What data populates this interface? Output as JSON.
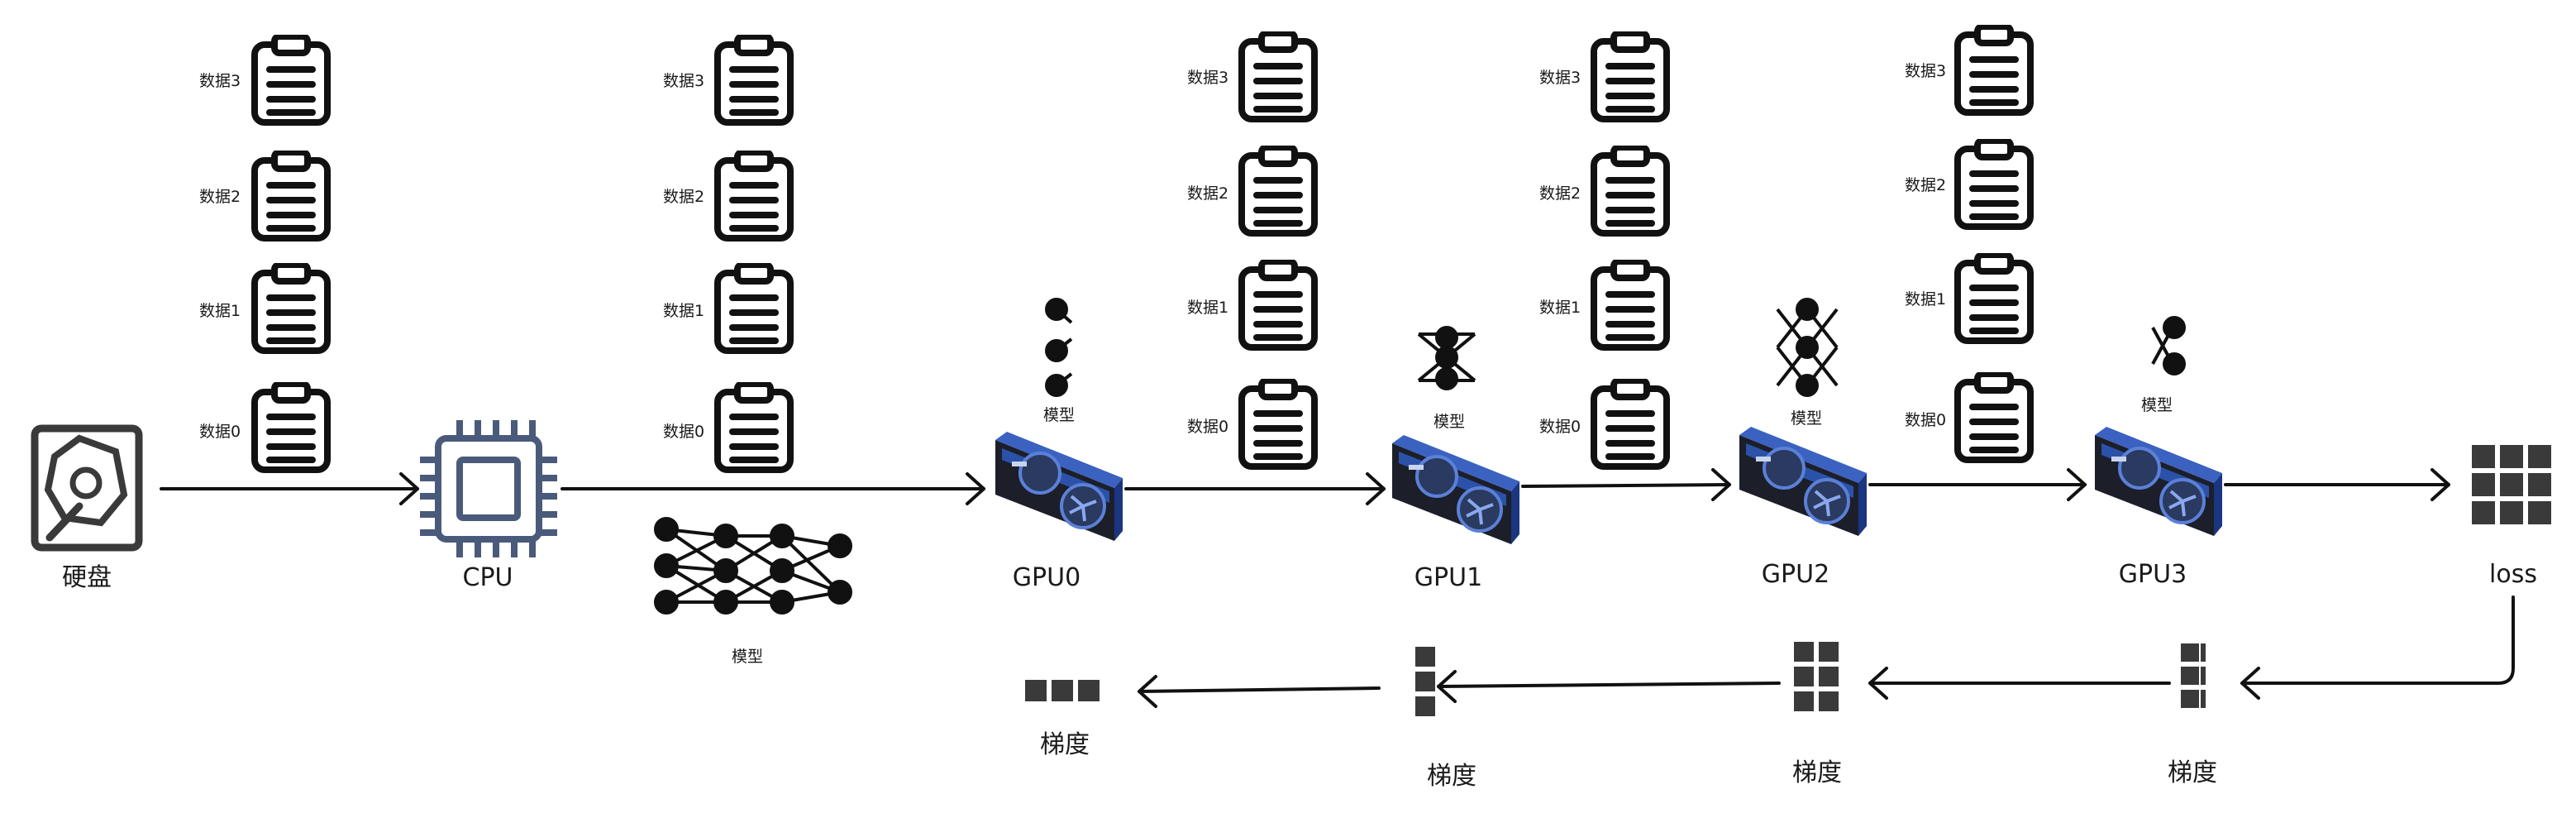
{
  "nodes": {
    "disk": "硬盘",
    "cpu": "CPU",
    "gpu0": "GPU0",
    "gpu1": "GPU1",
    "gpu2": "GPU2",
    "gpu3": "GPU3",
    "loss": "loss"
  },
  "data_labels": [
    "数据3",
    "数据2",
    "数据1",
    "数据0"
  ],
  "model_label": "模型",
  "gradient_label": "梯度",
  "icons": {
    "disk": "hard-disk-icon",
    "cpu": "cpu-chip-icon",
    "gpu": "graphics-card-icon",
    "data": "clipboard-icon",
    "model": "neural-network-icon",
    "loss": "grid-icon",
    "gradient": "gradient-block-icon"
  },
  "colors": {
    "line": "#111111",
    "cpu": "#4a5a7a",
    "gpu_blue": "#2b52a8",
    "gpu_dark": "#1c1f2a",
    "block": "#3a3a3a"
  }
}
